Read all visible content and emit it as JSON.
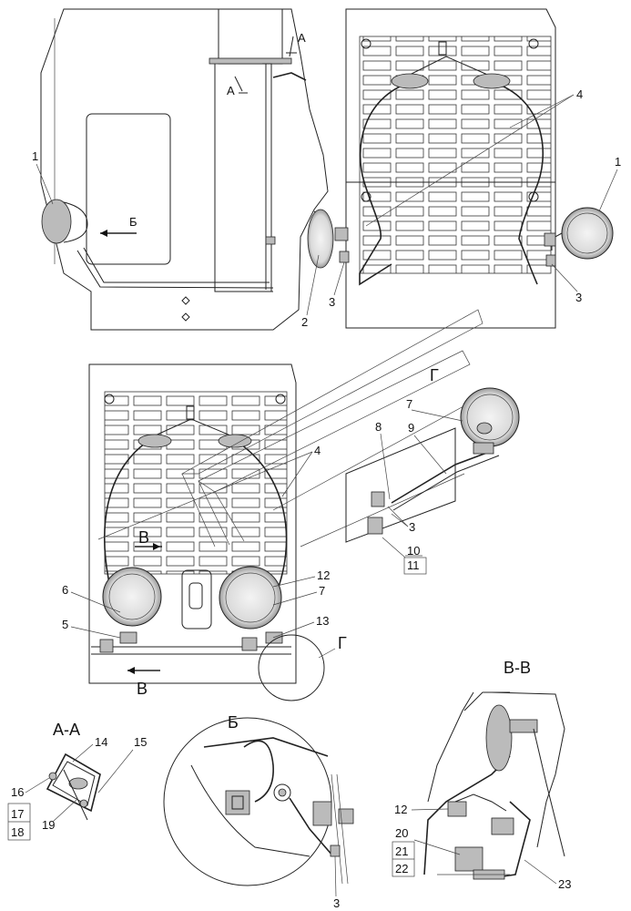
{
  "titles": {
    "section_aa": "А-А",
    "view_b": "Б",
    "section_vv": "В-В",
    "detail_g": "Г"
  },
  "markers": {
    "a_top": "А",
    "a_mid": "А",
    "b_arrow": "Б",
    "v_top": "В",
    "v_bottom": "В",
    "g_circle": "Г"
  },
  "labels": {
    "p1_left": "1",
    "p1_right": "1",
    "p2": "2",
    "p3_left": "3",
    "p3_right": "3",
    "p4_top": "4",
    "p4_mid": "4",
    "p3_detail": "3",
    "p7_detail": "7",
    "p8": "8",
    "p9": "9",
    "p10": "10",
    "p11": "11",
    "p6": "6",
    "p5": "5",
    "p12_mid": "12",
    "p7_mid": "7",
    "p13": "13",
    "p14": "14",
    "p15": "15",
    "p16": "16",
    "p17": "17",
    "p18": "18",
    "p19": "19",
    "p3_b": "3",
    "p12_vv": "12",
    "p20": "20",
    "p21": "21",
    "p22": "22",
    "p23": "23"
  }
}
